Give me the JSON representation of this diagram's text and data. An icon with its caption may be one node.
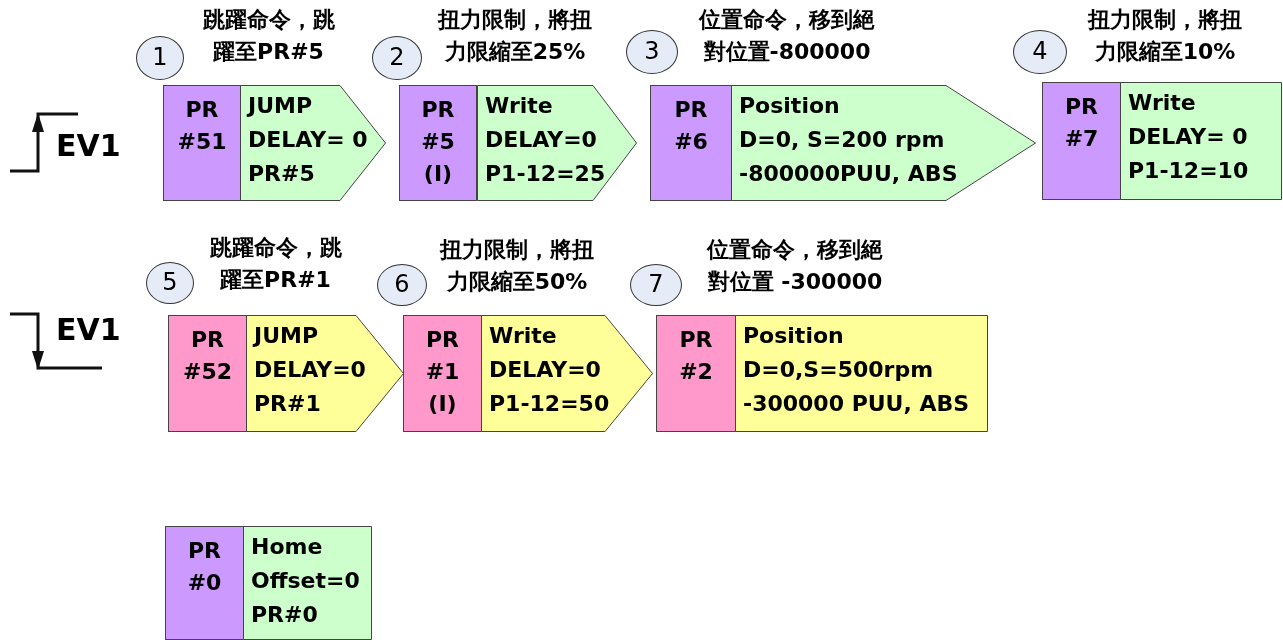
{
  "diagram": {
    "nodes": [
      {
        "text": [
          "1"
        ],
        "beside": [
          "跳躍命令，跳躍至PR#5"
        ]
      },
      {
        "text": [
          "PR #51"
        ]
      },
      {
        "text": [
          "JUMP",
          "DELAY= 0",
          "PR#5"
        ]
      },
      {
        "text": [
          "2"
        ],
        "beside": [
          "扭力限制，將扭力限縮至25%"
        ]
      },
      {
        "text": [
          "PR #5 (I)"
        ]
      },
      {
        "text": [
          "Write",
          "DELAY=0",
          "P1-12=25"
        ]
      },
      {
        "text": [
          "3"
        ],
        "beside": [
          "位置命令，移到絕對位置-800000"
        ]
      },
      {
        "text": [
          "PR #6"
        ]
      },
      {
        "text": [
          "Position",
          "D=0, S=200 rpm",
          "-800000PUU, ABS"
        ]
      },
      {
        "text": [
          "4"
        ],
        "beside": [
          "扭力限制，將扭力限縮至10%"
        ]
      },
      {
        "text": [
          "PR #7"
        ]
      },
      {
        "text": [
          "Write",
          "DELAY= 0",
          "P1-12=10"
        ]
      },
      {
        "text": [
          "5"
        ],
        "beside": [
          "跳躍命令，跳躍至PR#1"
        ]
      },
      {
        "text": [
          "PR #52"
        ]
      },
      {
        "text": [
          "JUMP",
          "DELAY=0",
          "PR#1"
        ]
      },
      {
        "text": [
          "6"
        ],
        "beside": [
          "扭力限制，將扭力限縮至50%"
        ]
      },
      {
        "text": [
          "PR #1 (I)"
        ]
      },
      {
        "text": [
          "Write",
          "DELAY=0",
          "P1-12=50"
        ]
      },
      {
        "text": [
          "7"
        ],
        "beside": [
          "位置命令，移到絕對位置 -300000"
        ]
      },
      {
        "text": [
          "PR #2"
        ]
      },
      {
        "text": [
          "Position",
          "D=0,S=500rpm",
          "-300000 PUU, ABS"
        ]
      },
      {
        "text": [
          "PR #0"
        ]
      },
      {
        "text": [
          "Home",
          "Offset=0",
          "PR#0"
        ]
      }
    ],
    "labels": [
      "EV1",
      "EV1"
    ]
  }
}
